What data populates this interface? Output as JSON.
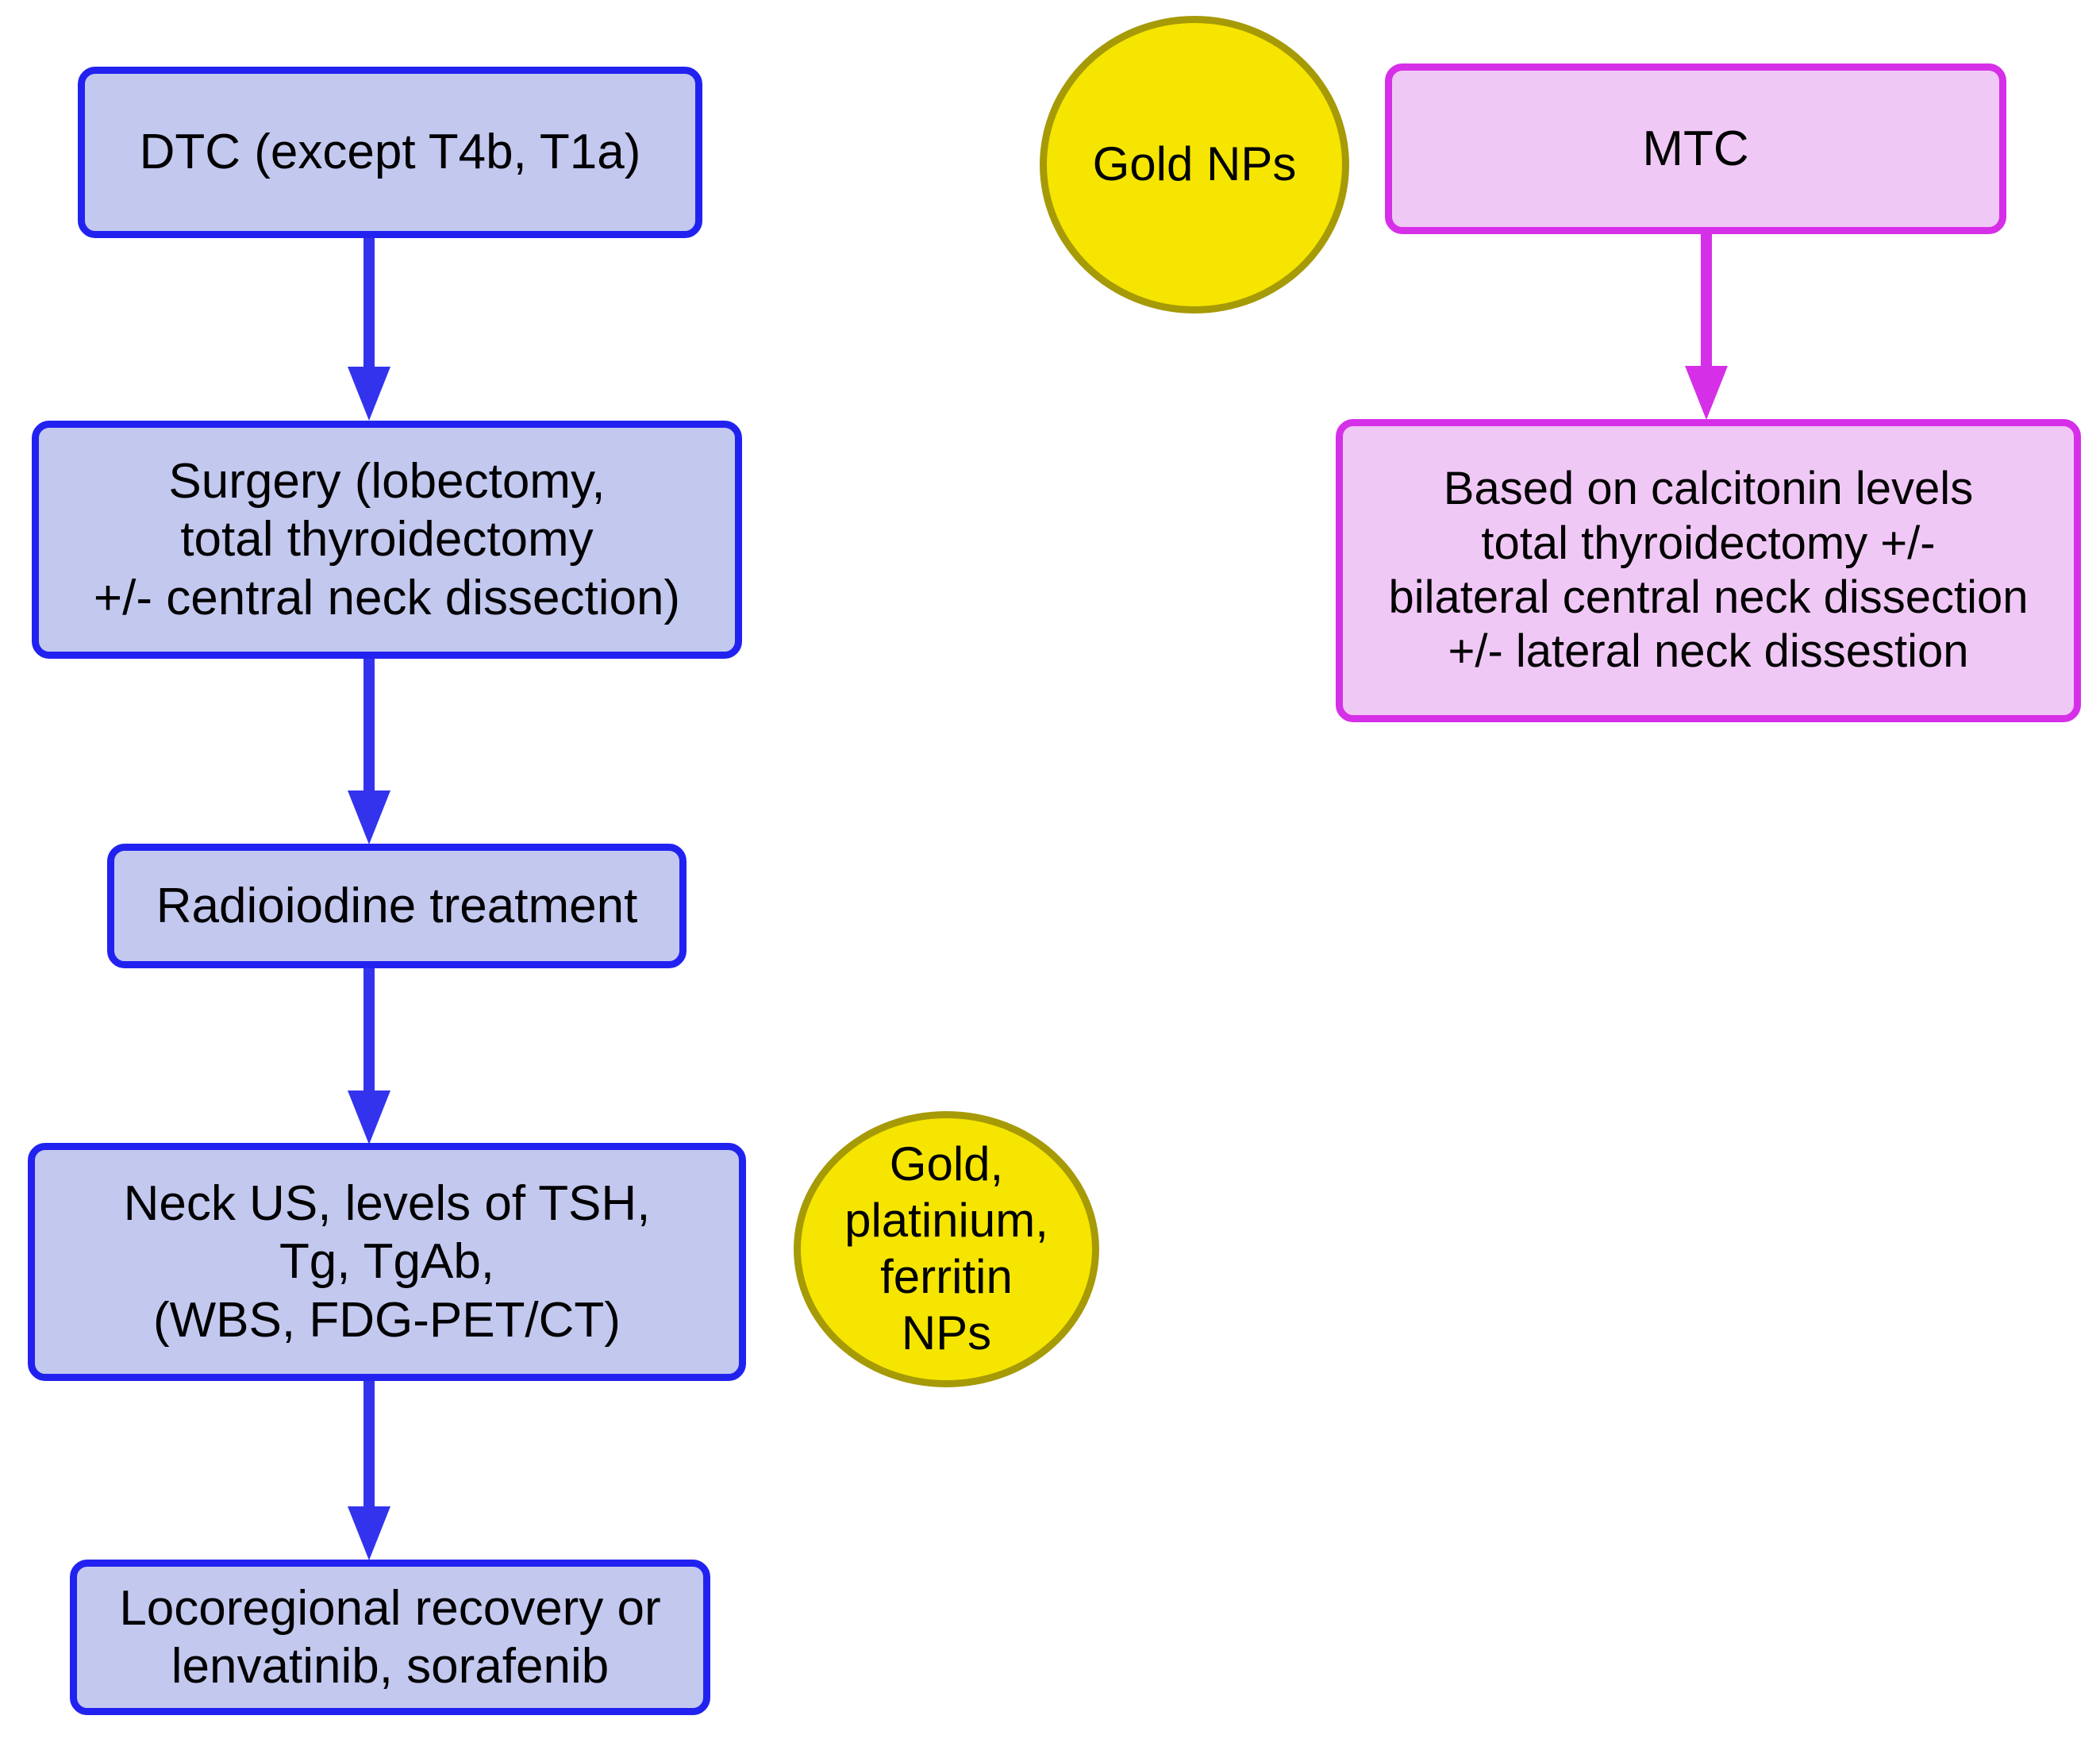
{
  "diagram": {
    "title": "Thyroid cancer management pathways with nanoparticle annotations",
    "colors": {
      "blue_border": "#2222f0",
      "blue_fill": "#c3c8ef",
      "pink_border": "#d62fe8",
      "pink_fill": "#f0c8f5",
      "yellow_fill": "#f5e500",
      "yellow_border": "#a69a06",
      "arrow_blue": "#3333ee",
      "arrow_magenta": "#d62fe8",
      "text": "#000000",
      "background": "#ffffff"
    },
    "dtc_branch": {
      "nodes": [
        {
          "id": "dtc",
          "label": "DTC (except T4b, T1a)"
        },
        {
          "id": "surgery",
          "label": "Surgery (lobectomy,\ntotal thyroidectomy\n+/- central neck dissection)"
        },
        {
          "id": "radioiodine",
          "label": "Radioiodine treatment"
        },
        {
          "id": "followup",
          "label": "Neck US, levels of TSH,\nTg, TgAb,\n(WBS, FDG-PET/CT)"
        },
        {
          "id": "recovery",
          "label": "Locoregional recovery or\nlenvatinib, sorafenib"
        }
      ]
    },
    "mtc_branch": {
      "nodes": [
        {
          "id": "mtc",
          "label": "MTC"
        },
        {
          "id": "calcitonin",
          "label": "Based on calcitonin levels\ntotal thyroidectomy +/-\nbilateral central neck dissection\n+/- lateral neck dissestion"
        }
      ]
    },
    "nanoparticle_annotations": [
      {
        "id": "gold-nps",
        "label": "Gold NPs"
      },
      {
        "id": "gold-platinium-ferritin-nps",
        "label": "Gold,\nplatinium,\nferritin\nNPs"
      }
    ],
    "arrows": [
      {
        "id": "dtc-to-surgery",
        "from": "dtc",
        "to": "surgery",
        "color": "#3333ee"
      },
      {
        "id": "surgery-to-radioiodine",
        "from": "surgery",
        "to": "radioiodine",
        "color": "#3333ee"
      },
      {
        "id": "radioiodine-to-followup",
        "from": "radioiodine",
        "to": "followup",
        "color": "#3333ee"
      },
      {
        "id": "followup-to-recovery",
        "from": "followup",
        "to": "recovery",
        "color": "#3333ee"
      },
      {
        "id": "mtc-to-calcitonin",
        "from": "mtc",
        "to": "calcitonin",
        "color": "#d62fe8"
      }
    ]
  }
}
